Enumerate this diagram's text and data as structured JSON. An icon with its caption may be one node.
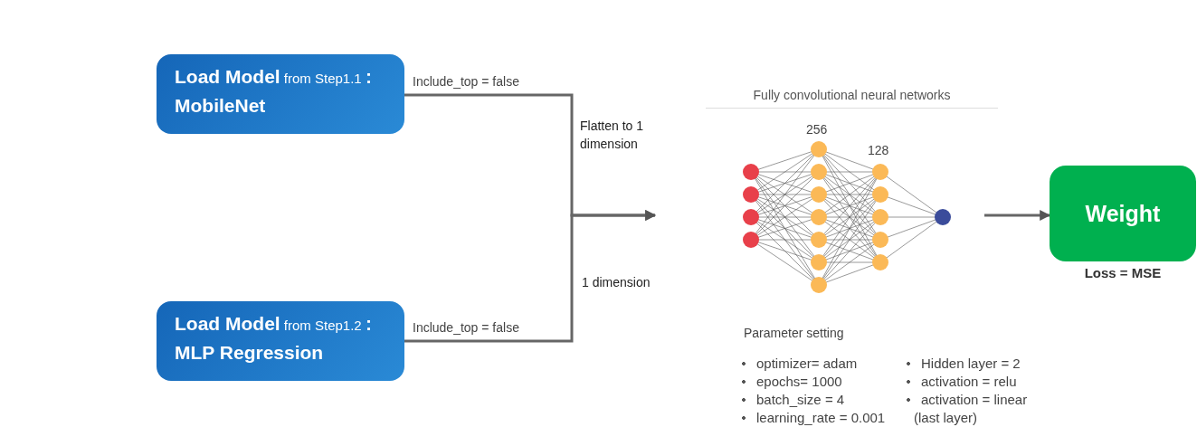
{
  "diagram": {
    "nodes": [
      {
        "text": [
          "**Load Model** from Step1.1 **: MobileNet**"
        ]
      },
      {
        "text": [
          "**Load Model** from Step1.2 **: MLP Regression**"
        ]
      },
      {
        "text": [
          "Fully convolutional neural networks"
        ]
      },
      {
        "text": [
          "Weight"
        ],
        "beside": [
          "Loss = MSE"
        ]
      }
    ],
    "edges": [
      {
        "from": 0,
        "to": 2,
        "arrow": "to",
        "label": "Include_top = false"
      },
      {
        "from": 1,
        "to": 2,
        "arrow": "to",
        "label": "Include_top = false"
      },
      {
        "from": 2,
        "to": 3,
        "arrow": "to"
      }
    ],
    "labels": [
      "Flatten to 1 dimension",
      "1 dimension",
      "256",
      "128",
      "Parameter setting",
      "optimizer= adam",
      "Hidden layer = 2",
      "epochs= 1000",
      "activation = relu",
      "batch_size = 4",
      "activation = linear",
      "learning_rate = 0.001",
      "(last layer)"
    ]
  }
}
